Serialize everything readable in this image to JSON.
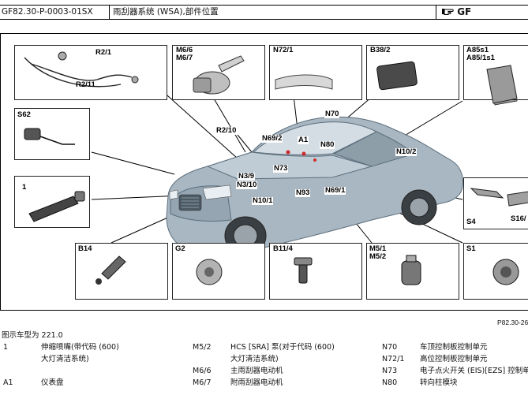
{
  "header": {
    "doc_code": "GF82.30-P-0003-01SX",
    "title": "雨刮器系统 (WSA),部件位置",
    "logo_text": "GF",
    "logo_icon": "pointing-hand-icon"
  },
  "figure": {
    "figure_no": "P82.30-26",
    "labels": {
      "r21": "R2/1",
      "r211": "R2/11",
      "m66": "M6/6",
      "m67": "M6/7",
      "n721": "N72/1",
      "b382": "B38/2",
      "a85s1": "A85s1",
      "a85s11": "A85/1s1",
      "s62": "S62",
      "one": "1",
      "n70": "N70",
      "r210": "R2/10",
      "n692": "N69/2",
      "a1": "A1",
      "n80": "N80",
      "n102": "N10/2",
      "n73": "N73",
      "n39": "N3/9",
      "n310": "N3/10",
      "n93": "N93",
      "n691": "N69/1",
      "n101": "N10/1",
      "s4": "S4",
      "s16": "S16/",
      "b14": "B14",
      "g2": "G2",
      "b114": "B11/4",
      "m51": "M5/1",
      "m52": "M5/2",
      "s1": "S1"
    }
  },
  "legend": {
    "intro": "图示车型为 221.0",
    "col1": [
      {
        "code": "1",
        "lines": [
          "伸缩喷嘴(带代码 (600)",
          "大灯清洁系统)"
        ]
      },
      {
        "code": "A1",
        "lines": [
          "仪表盘"
        ]
      }
    ],
    "col2": [
      {
        "code": "M5/2",
        "lines": [
          "HCS [SRA] 泵(对于代码 (600)",
          "大灯清洁系统)"
        ]
      },
      {
        "code": "M6/6",
        "lines": [
          "主雨刮器电动机"
        ]
      },
      {
        "code": "M6/7",
        "lines": [
          "附雨刮器电动机"
        ]
      }
    ],
    "col3": [
      {
        "code": "N70",
        "lines": [
          "车顶控制板控制单元"
        ]
      },
      {
        "code": "N72/1",
        "lines": [
          "高位控制板控制单元"
        ]
      },
      {
        "code": "N73",
        "lines": [
          "电子点火开关 (EIS)[EZS] 控制单元"
        ]
      },
      {
        "code": "N80",
        "lines": [
          "转向柱模块"
        ]
      }
    ]
  }
}
